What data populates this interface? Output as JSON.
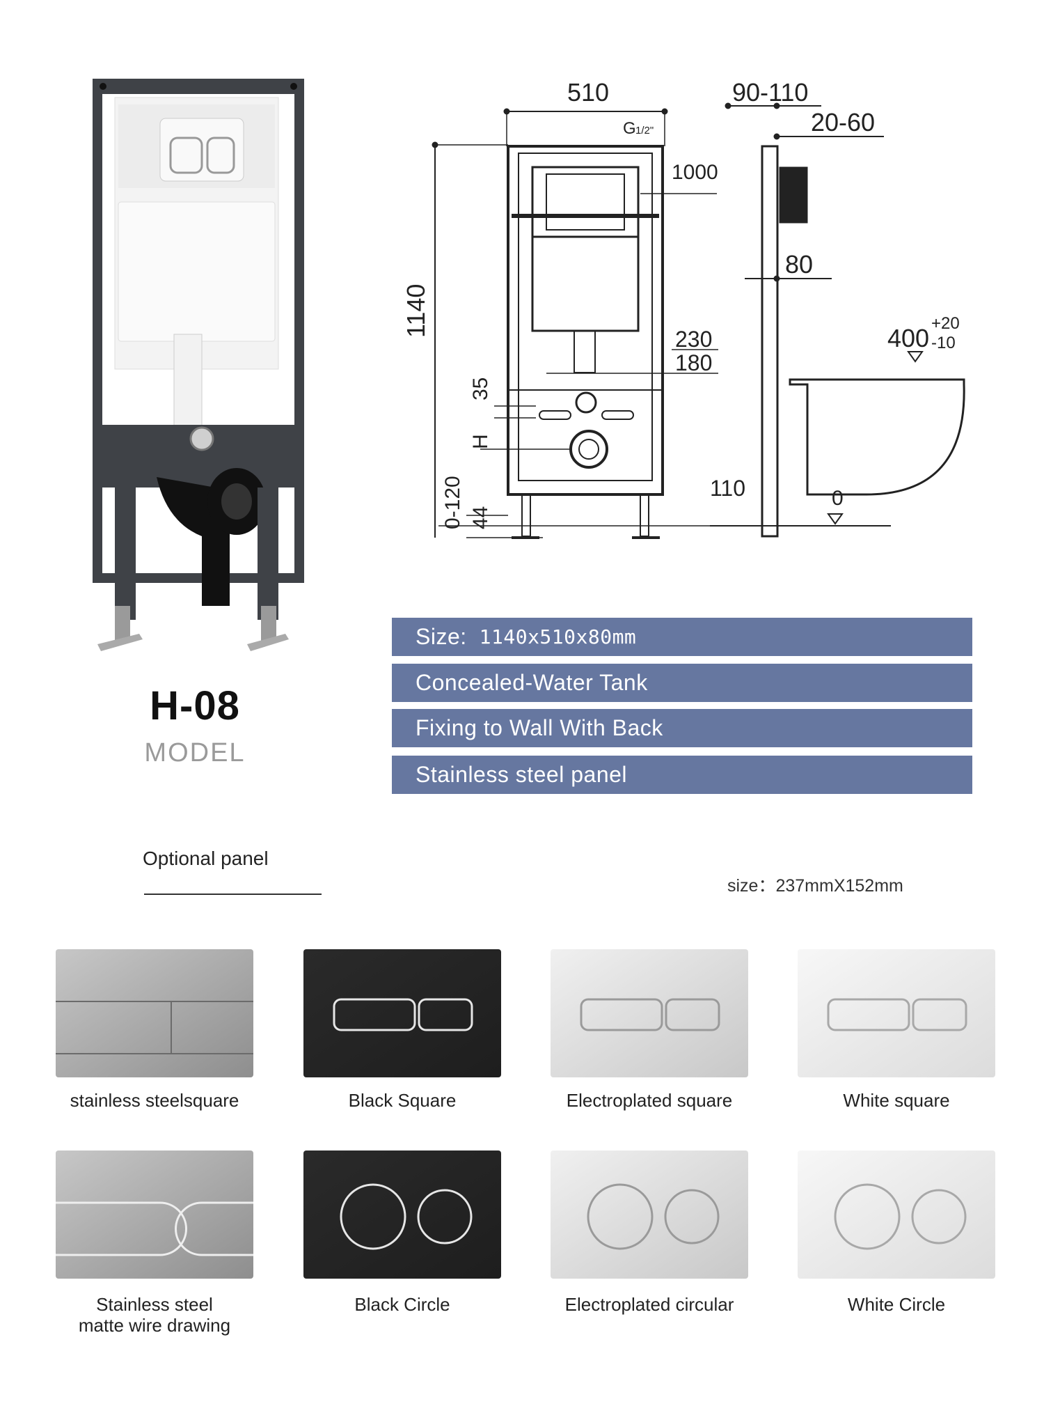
{
  "product": {
    "model_code": "H-08",
    "model_label": "MODEL"
  },
  "drawing": {
    "front": {
      "width": "510",
      "connection": "G",
      "connection_frac": "1/2\"",
      "height": "1140",
      "level_1000": "1000",
      "dim_230": "230",
      "dim_180": "180",
      "dim_35": "35",
      "dim_h": "H",
      "dim_0_120": "0-120",
      "dim_44": "44"
    },
    "side": {
      "depth": "90-110",
      "offset": "20-60",
      "frame": "80",
      "seat_height": "400",
      "tol_plus": "+20",
      "tol_minus": "-10",
      "dim_110": "110",
      "floor": "0"
    }
  },
  "specs": [
    {
      "key": "Size:",
      "value": "1140x510x80mm"
    },
    {
      "key": "Concealed-Water Tank",
      "value": ""
    },
    {
      "key": "Fixing to Wall With Back",
      "value": ""
    },
    {
      "key": "Stainless steel panel",
      "value": ""
    }
  ],
  "optional": {
    "title": "Optional panel",
    "size": "size：237mmX152mm"
  },
  "panels": [
    {
      "caption": "stainless steelsquare",
      "finish": "brushed",
      "shape": "square"
    },
    {
      "caption": "Black Square",
      "finish": "black",
      "shape": "square"
    },
    {
      "caption": "Electroplated square",
      "finish": "chrome",
      "shape": "square"
    },
    {
      "caption": "White square",
      "finish": "white",
      "shape": "square"
    },
    {
      "caption": "Stainless steel\nmatte wire drawing",
      "finish": "brushed",
      "shape": "oval"
    },
    {
      "caption": "Black Circle",
      "finish": "black",
      "shape": "circle"
    },
    {
      "caption": "Electroplated circular",
      "finish": "chrome",
      "shape": "circle"
    },
    {
      "caption": "White Circle",
      "finish": "white",
      "shape": "circle"
    }
  ],
  "colors": {
    "spec_bar": "#6677a0",
    "frame": "#3f4247"
  }
}
